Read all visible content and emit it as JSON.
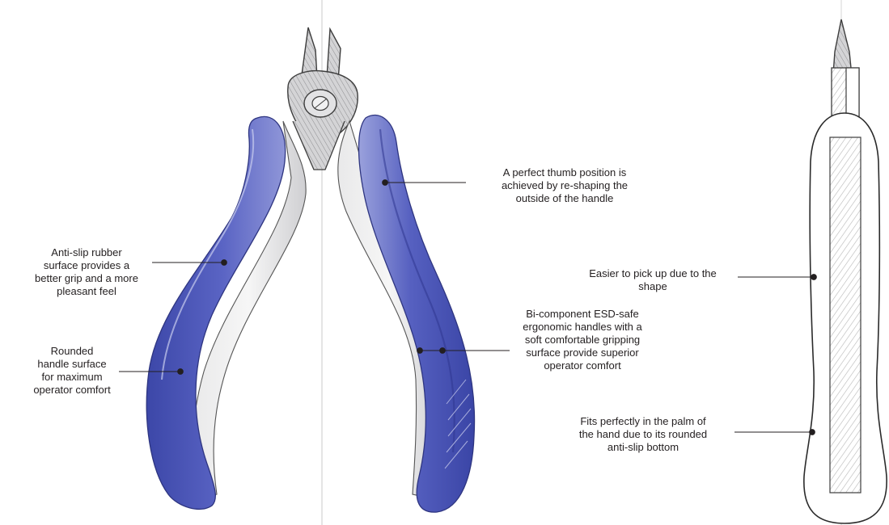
{
  "callouts": {
    "thumb_position": "A perfect thumb position is\nachieved by re-shaping the\noutside of the handle",
    "anti_slip_rubber": "Anti-slip rubber\nsurface provides a\nbetter grip and a more\npleasant feel",
    "rounded_handle": "Rounded\nhandle surface\nfor maximum\noperator comfort",
    "bi_component": "Bi-component ESD-safe\nergonomic handles with a\nsoft comfortable gripping\nsurface provide superior\noperator comfort",
    "easier_pickup": "Easier to pick up due to the\nshape",
    "fits_palm": "Fits perfectly in the palm of\nthe hand due to its rounded\nanti-slip bottom"
  },
  "colors": {
    "grip_blue": "#4a55b8",
    "grip_blue_light": "#8b93d6",
    "metal_grey": "#bfc0c2",
    "pencil": "#4a4a4a",
    "leader_line": "#231f20",
    "text": "#231f20"
  }
}
